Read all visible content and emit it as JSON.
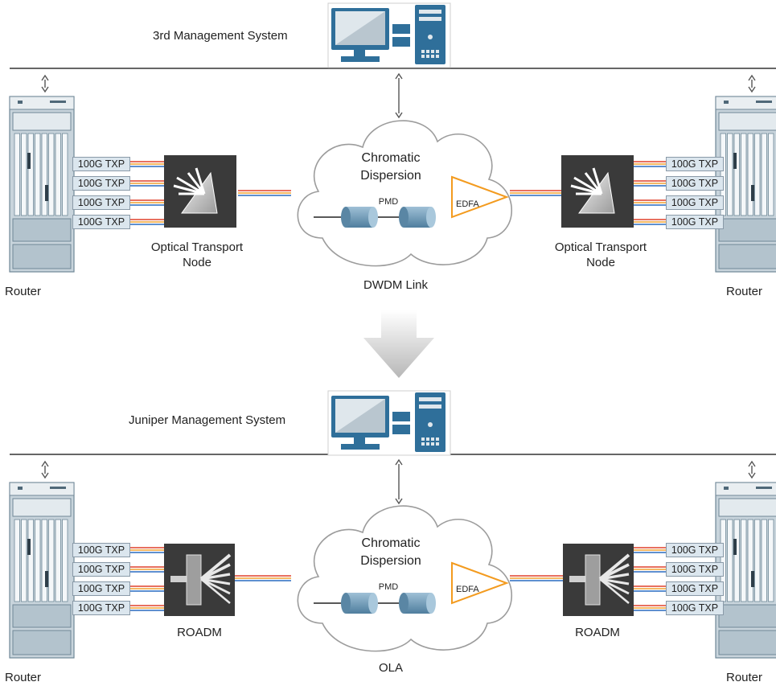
{
  "sections": [
    {
      "management_label": "3rd Management System",
      "router_left": "Router",
      "router_right": "Router",
      "node_left": "Optical Transport\nNode",
      "node_right": "Optical Transport\nNode",
      "link_label": "DWDM Link",
      "cloud_title": "Chromatic\nDispersion",
      "pmd": "PMD",
      "edfa": "EDFA",
      "txp": [
        "100G TXP",
        "100G TXP",
        "100G TXP",
        "100G TXP"
      ]
    },
    {
      "management_label": "Juniper Management System",
      "router_left": "Router",
      "router_right": "Router",
      "node_left": "ROADM",
      "node_right": "ROADM",
      "link_label": "OLA",
      "cloud_title": "Chromatic\nDispersion",
      "pmd": "PMD",
      "edfa": "EDFA",
      "txp": [
        "100G TXP",
        "100G TXP",
        "100G TXP",
        "100G TXP"
      ]
    }
  ],
  "colors": {
    "fiber": [
      "#e0412b",
      "#f0a030",
      "#2a6cc0"
    ],
    "edfa": "#f39b1f",
    "node_bg": "#3a3a3a",
    "router_body": "#c8d4dc",
    "txp_bg": "#dbe6ee"
  },
  "icons": [
    "management-computer-icon",
    "router-chassis-icon",
    "prism-icon",
    "roadm-icon",
    "cloud-icon",
    "fiber-spool-icon",
    "edfa-amplifier-icon",
    "transition-arrow-icon"
  ]
}
